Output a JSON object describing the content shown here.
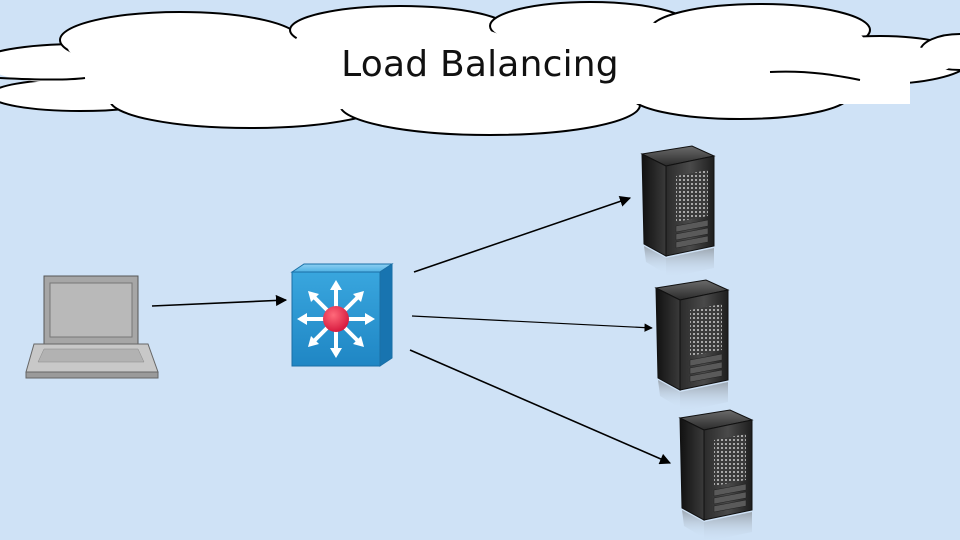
{
  "slide": {
    "title": "Load Balancing",
    "background_color": "#cfe2f6"
  },
  "nodes": [
    {
      "id": "client",
      "icon": "laptop-icon"
    },
    {
      "id": "balancer",
      "icon": "load-balancer-switch-icon",
      "color": "#2a9ad6"
    },
    {
      "id": "server-1",
      "icon": "server-tower-icon"
    },
    {
      "id": "server-2",
      "icon": "server-tower-icon"
    },
    {
      "id": "server-3",
      "icon": "server-tower-icon"
    }
  ],
  "edges": [
    {
      "from": "client",
      "to": "balancer"
    },
    {
      "from": "balancer",
      "to": "server-1"
    },
    {
      "from": "balancer",
      "to": "server-2"
    },
    {
      "from": "balancer",
      "to": "server-3"
    }
  ]
}
